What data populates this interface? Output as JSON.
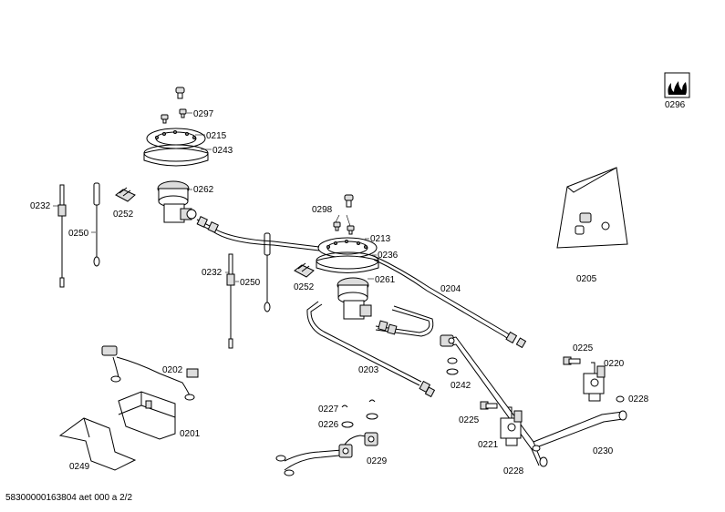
{
  "labels": {
    "p0297": "0297",
    "p0215": "0215",
    "p0243": "0243",
    "p0262": "0262",
    "p0232a": "0232",
    "p0250a": "0250",
    "p0252a": "0252",
    "p0298": "0298",
    "p0213": "0213",
    "p0236": "0236",
    "p0261": "0261",
    "p0232b": "0232",
    "p0250b": "0250",
    "p0252b": "0252",
    "p0204": "0204",
    "p0203": "0203",
    "p0242": "0242",
    "p0296": "0296",
    "p0205": "0205",
    "p0225a": "0225",
    "p0220": "0220",
    "p0228a": "0228",
    "p0225b": "0225",
    "p0221": "0221",
    "p0228b": "0228",
    "p0230": "0230",
    "p0227": "0227",
    "p0226": "0226",
    "p0229": "0229",
    "p0202": "0202",
    "p0201": "0201",
    "p0249": "0249"
  },
  "footer": "58300000163804 aet 000 a 2/2"
}
